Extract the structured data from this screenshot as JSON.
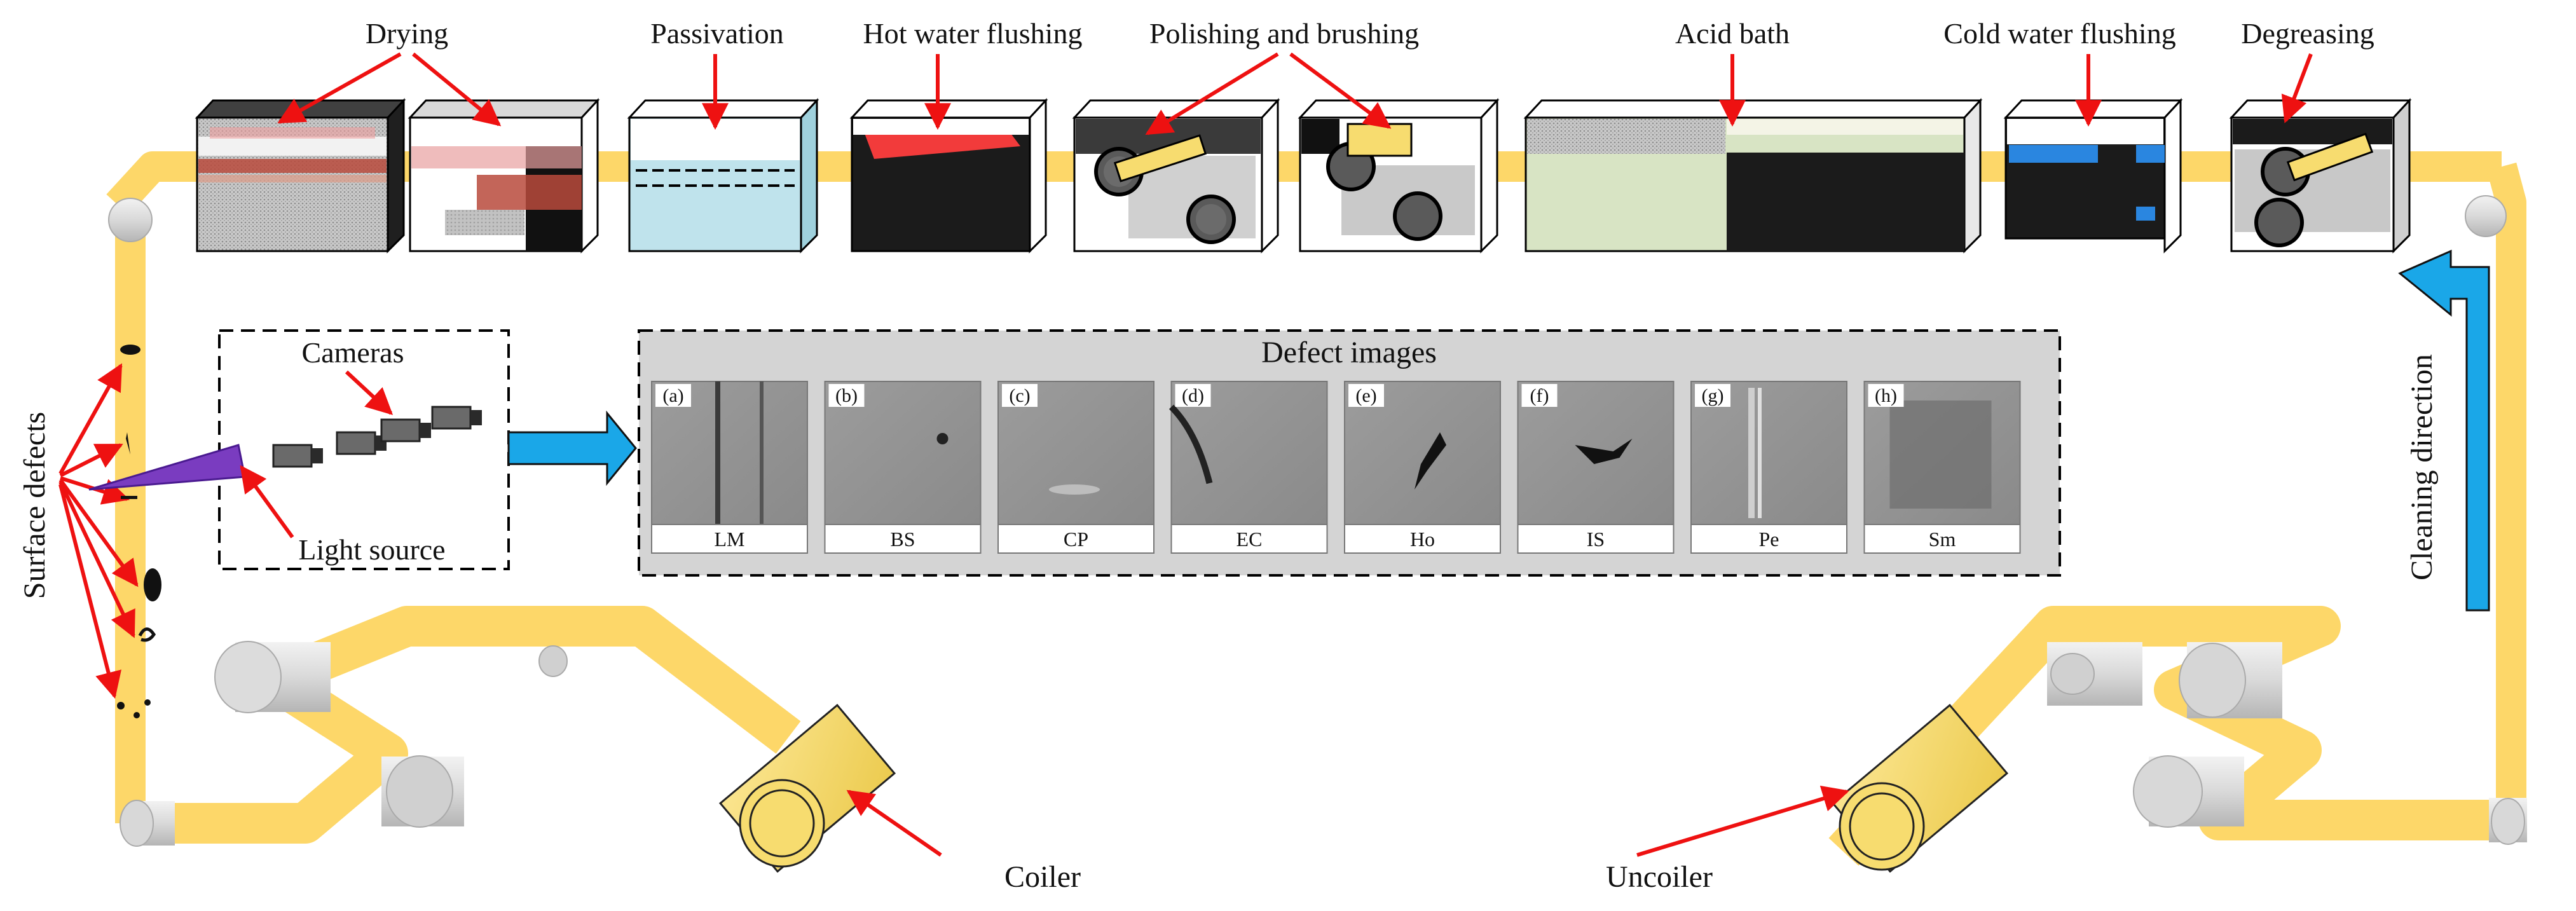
{
  "stations": [
    {
      "id": "drying",
      "label": "Drying"
    },
    {
      "id": "passivation",
      "label": "Passivation"
    },
    {
      "id": "hot-water",
      "label": "Hot water flushing"
    },
    {
      "id": "polishing",
      "label": "Polishing and brushing"
    },
    {
      "id": "acid",
      "label": "Acid bath"
    },
    {
      "id": "cold-water",
      "label": "Cold water flushing"
    },
    {
      "id": "degreasing",
      "label": "Degreasing"
    }
  ],
  "labels": {
    "surface_defects": "Surface defects",
    "cameras": "Cameras",
    "light_source": "Light source",
    "cleaning_direction": "Cleaning direction",
    "coiler": "Coiler",
    "uncoiler": "Uncoiler"
  },
  "defect_panel": {
    "title": "Defect images",
    "items": [
      {
        "tag": "(a)",
        "code": "LM"
      },
      {
        "tag": "(b)",
        "code": "BS"
      },
      {
        "tag": "(c)",
        "code": "CP"
      },
      {
        "tag": "(d)",
        "code": "EC"
      },
      {
        "tag": "(e)",
        "code": "Ho"
      },
      {
        "tag": "(f)",
        "code": "IS"
      },
      {
        "tag": "(g)",
        "code": "Pe"
      },
      {
        "tag": "(h)",
        "code": "Sm"
      }
    ]
  },
  "colors": {
    "strip": "#fdd769",
    "arrow_red": "#ee1111",
    "flow_blue": "#1aa7e8",
    "roller_gray": "#cfcfcf",
    "coil_yellow": "#f7dc6f",
    "panel_bg": "#d4d4d4",
    "light_purple": "#7a3cc0"
  }
}
